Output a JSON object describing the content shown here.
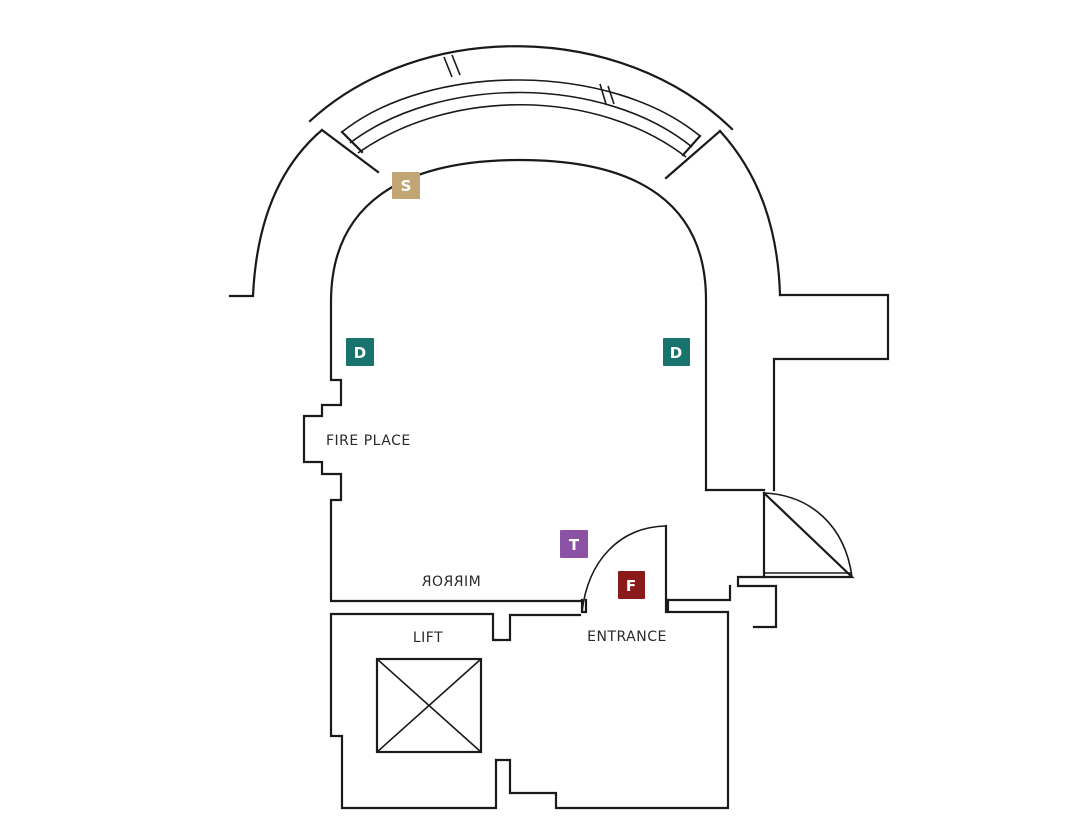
{
  "labels": {
    "fireplace": "FIRE PLACE",
    "mirror": "MIRROR",
    "lift": "LIFT",
    "entrance": "ENTRANCE"
  },
  "markers": [
    {
      "letter": "S",
      "color": "#c2a574"
    },
    {
      "letter": "D",
      "color": "#17736b"
    },
    {
      "letter": "D",
      "color": "#17736b"
    },
    {
      "letter": "T",
      "color": "#8a51a5"
    },
    {
      "letter": "F",
      "color": "#8b1a1a"
    }
  ]
}
